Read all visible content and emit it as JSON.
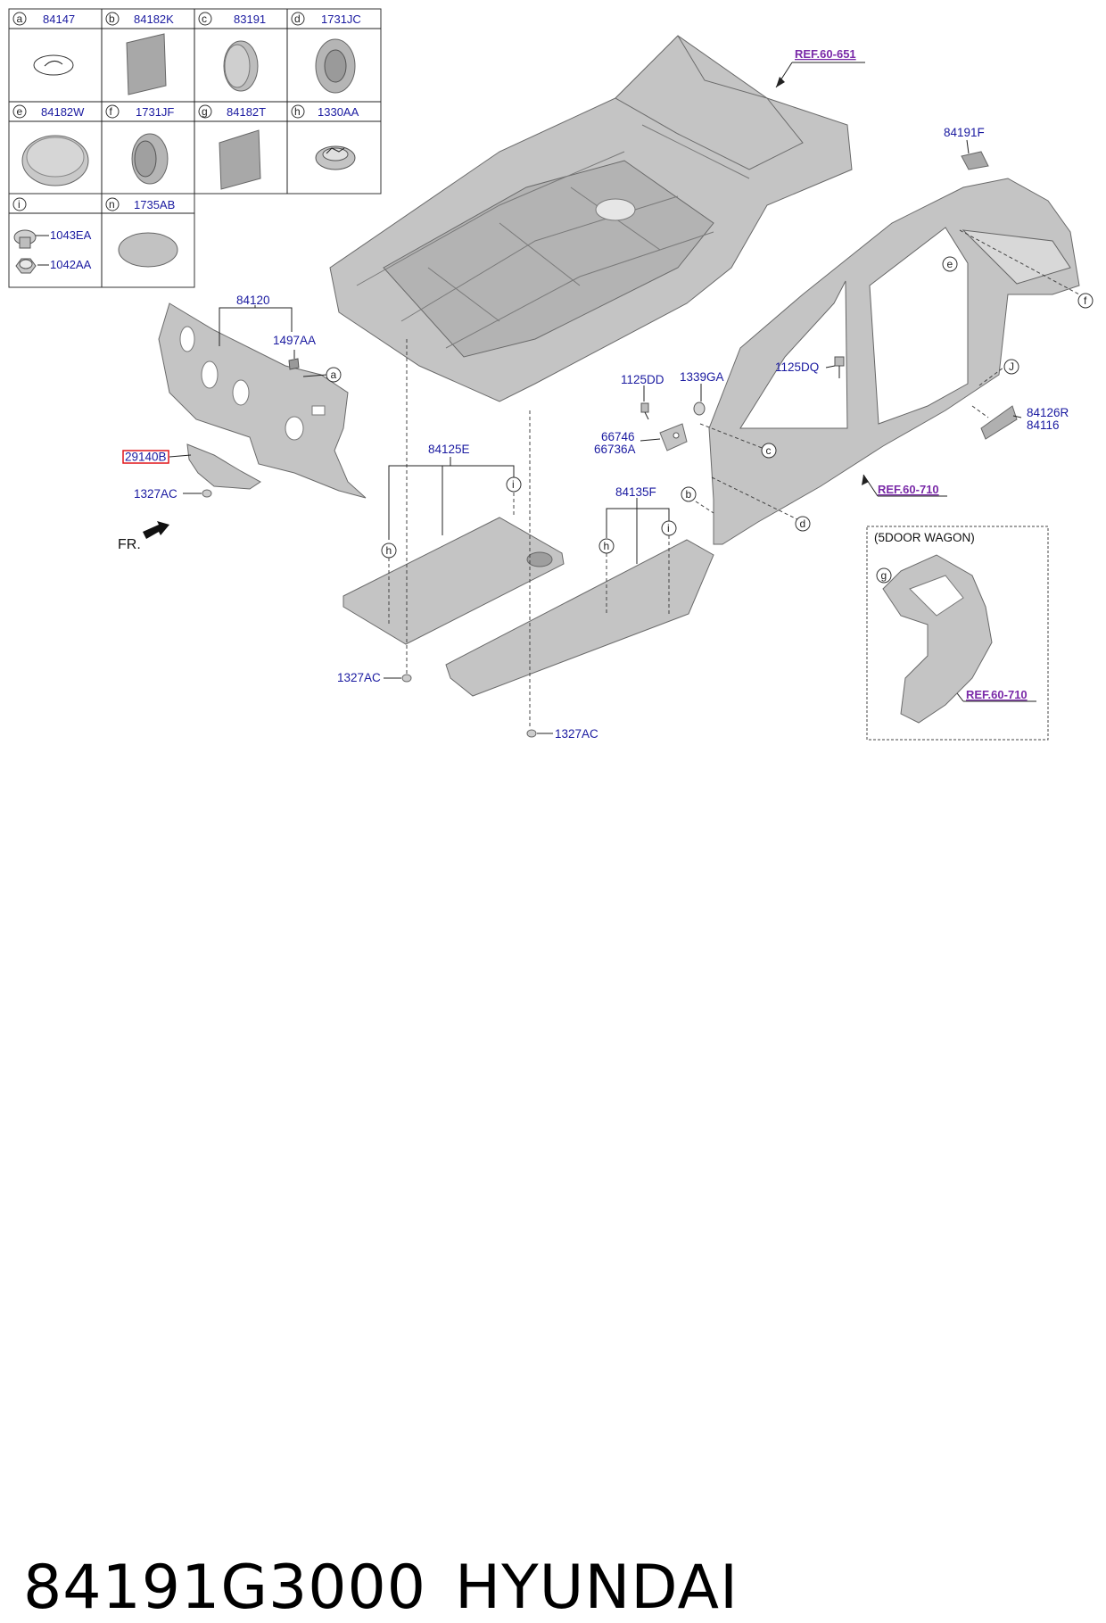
{
  "legend": [
    {
      "letter": "a",
      "code": "84147"
    },
    {
      "letter": "b",
      "code": "84182K"
    },
    {
      "letter": "c",
      "code": "83191"
    },
    {
      "letter": "d",
      "code": "1731JC"
    },
    {
      "letter": "e",
      "code": "84182W"
    },
    {
      "letter": "f",
      "code": "1731JF"
    },
    {
      "letter": "g",
      "code": "84182T"
    },
    {
      "letter": "h",
      "code": "1330AA"
    },
    {
      "letter": "i",
      "code": "",
      "sub": [
        "1043EA",
        "1042AA"
      ]
    },
    {
      "letter": "n",
      "code": "1735AB"
    }
  ],
  "labels": {
    "p84120": "84120",
    "p1497aa": "1497AA",
    "p29140b": "29140B",
    "p1327ac_a": "1327AC",
    "fr": "FR.",
    "p84125e": "84125E",
    "p1327ac_b": "1327AC",
    "p84135f": "84135F",
    "p1327ac_c": "1327AC",
    "p1125dd": "1125DD",
    "p1339ga": "1339GA",
    "p66746": "66746",
    "p66736a": "66736A",
    "p1125dq": "1125DQ",
    "p84191f": "84191F",
    "p84126r": "84126R",
    "p84116": "84116",
    "ref1": "REF.60-651",
    "ref2": "REF.60-710",
    "ref3": "REF.60-710",
    "wagon": "(5DOOR WAGON)"
  },
  "letters": {
    "a": "a",
    "c": "c",
    "b": "b",
    "d": "d",
    "e": "e",
    "f": "f",
    "J": "J",
    "g": "g",
    "h1": "h",
    "i1": "i",
    "h2": "h",
    "i2": "i"
  },
  "colors": {
    "label": "#1a1aa0",
    "ref": "#7a2aa8",
    "highlight": "#e0151a",
    "part": "#c4c4c4"
  },
  "title": {
    "part_number": "84191G3000",
    "brand": "HYUNDAI"
  }
}
